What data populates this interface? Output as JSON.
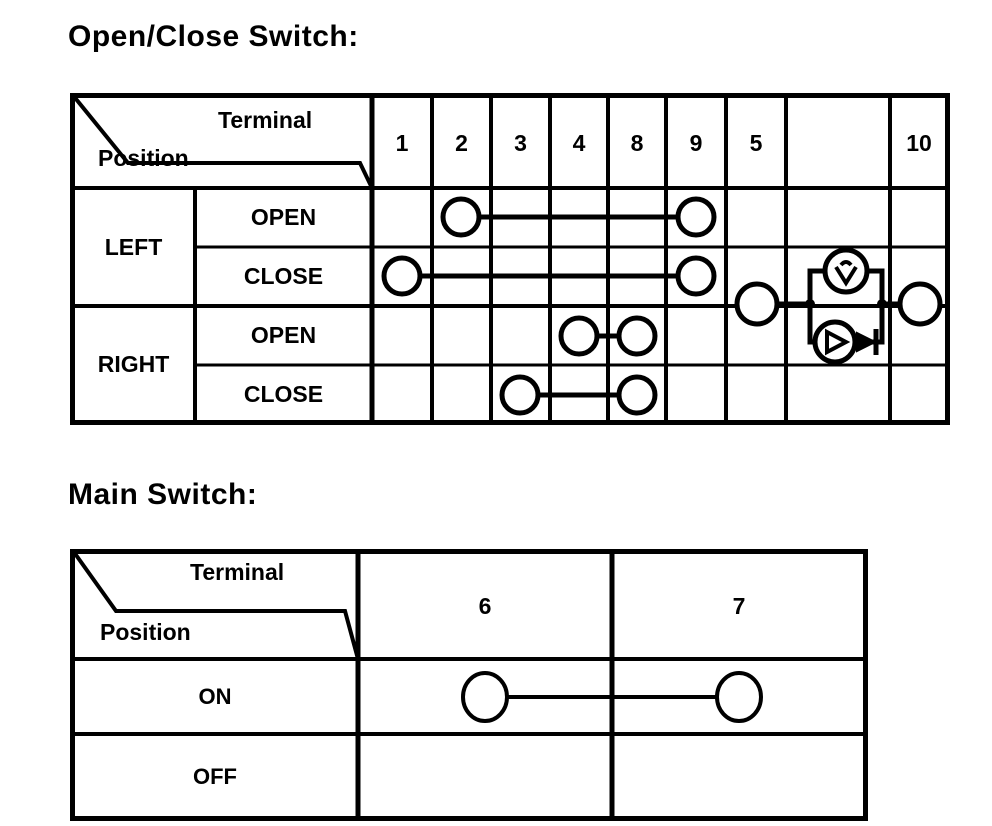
{
  "document": {
    "type": "switch-continuity-tables",
    "sections": [
      {
        "id": "open-close",
        "title": "Open/Close Switch:",
        "header": {
          "diagonal_top_label": "Terminal",
          "diagonal_bottom_label": "Position"
        },
        "columns": [
          "1",
          "2",
          "3",
          "4",
          "8",
          "9",
          "5",
          "",
          "10"
        ],
        "groups": [
          {
            "label": "LEFT",
            "rows": [
              "OPEN",
              "CLOSE"
            ]
          },
          {
            "label": "RIGHT",
            "rows": [
              "OPEN",
              "CLOSE"
            ]
          }
        ],
        "continuity": [
          {
            "position": "LEFT",
            "state": "OPEN",
            "terminals": [
              "2",
              "9"
            ]
          },
          {
            "position": "LEFT",
            "state": "CLOSE",
            "terminals": [
              "1",
              "9"
            ]
          },
          {
            "position": "RIGHT",
            "state": "OPEN",
            "terminals": [
              "4",
              "8"
            ]
          },
          {
            "position": "RIGHT",
            "state": "CLOSE",
            "terminals": [
              "3",
              "8"
            ]
          }
        ],
        "circuit": {
          "description": "Parallel branch between terminal 5 and terminal 10",
          "from_terminal": "5",
          "to_terminal": "10",
          "branches": [
            {
              "position": "upper",
              "symbol": "lamp"
            },
            {
              "position": "lower",
              "symbol": "motor-meter-and-diode"
            }
          ]
        }
      },
      {
        "id": "main",
        "title": "Main Switch:",
        "header": {
          "diagonal_top_label": "Terminal",
          "diagonal_bottom_label": "Position"
        },
        "columns": [
          "6",
          "7"
        ],
        "rows": [
          "ON",
          "OFF"
        ],
        "continuity": [
          {
            "position": "ON",
            "terminals": [
              "6",
              "7"
            ]
          },
          {
            "position": "OFF",
            "terminals": []
          }
        ]
      }
    ],
    "colors": {
      "ink": "#000000",
      "paper": "#ffffff"
    }
  }
}
